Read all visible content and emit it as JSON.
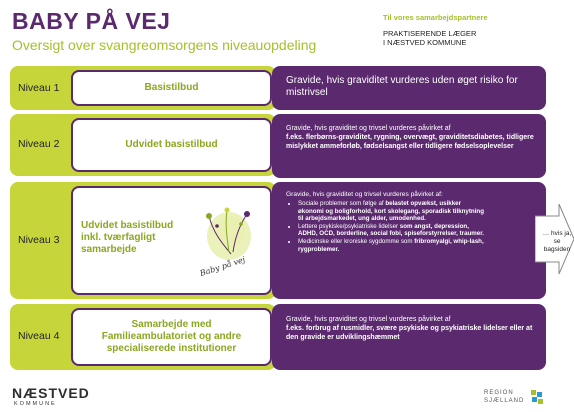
{
  "header": {
    "title": "BABY PÅ VEJ",
    "subtitle": "Oversigt over svangreomsorgens niveauopdeling"
  },
  "partners": {
    "heading": "Til vores samarbejdspartnere",
    "line1": "PRAKTISERENDE LÆGER",
    "line2": "I NÆSTVED KOMMUNE"
  },
  "levels": [
    {
      "label": "Niveau 1",
      "offer": "Basistilbud",
      "panel_main": "Gravide, hvis graviditet vurderes uden øget risiko for mistrivsel"
    },
    {
      "label": "Niveau 2",
      "offer": "Udvidet basistilbud",
      "panel_intro": "Gravide, hvis graviditet og trivsel vurderes påvirket af",
      "panel_bold": "f.eks. flerbørns-graviditet, rygning, overvægt, graviditetsdiabetes, tidligere mislykket ammeforløb, fødselsangst eller tidligere fødselsoplevelser"
    },
    {
      "label": "Niveau 3",
      "offer_line1": "Udvidet basistilbud",
      "offer_line2": "inkl. tværfagligt",
      "offer_line3": "samarbejde",
      "badge": "Baby på vej",
      "panel_intro": "Gravide, hvis graviditet og trivsel vurderes påvirket af:",
      "bullets": [
        {
          "pre": "Sociale problemer som følge af ",
          "bold": "belastet opvækst, usikker økonomi og boligforhold, kort skolegang, sporadisk tilknytning til arbejdsmarkedet, ung alder, umoden­hed."
        },
        {
          "pre": "Lettere psykiske/psykiatriske lidelser ",
          "bold": "som angst, depression, ADHD, OCD, borderline, social fobi, spiseforstyrrelser, traumer."
        },
        {
          "pre": "Medicinske eller kroniske sygdomme som ",
          "bold": "fribromyalgi, whip-lash, rygproblemer."
        }
      ]
    },
    {
      "label": "Niveau 4",
      "offer_line1": "Samarbejde med",
      "offer_line2": "Familieambulatoriet og andre",
      "offer_line3": "specialiserede institutioner",
      "panel_intro": "Gravide, hvis graviditet og trivsel vurderes påvirket af",
      "panel_bold": "f.eks. forbrug af rusmidler, svære psykiske og psykiatriske lidelser eller at den gravide er udviklingshæmmet"
    }
  ],
  "arrow": {
    "line1": "… hvis ja,",
    "line2": "se bagsiden"
  },
  "footer": {
    "logo_left": "NÆSTVED",
    "logo_left_sub": "KOMMUNE",
    "logo_right_l1": "REGION",
    "logo_right_l2": "SJÆLLAND"
  },
  "colors": {
    "purple": "#5b2a6e",
    "lime": "#c6d63a",
    "lime_text": "#8aa720"
  }
}
